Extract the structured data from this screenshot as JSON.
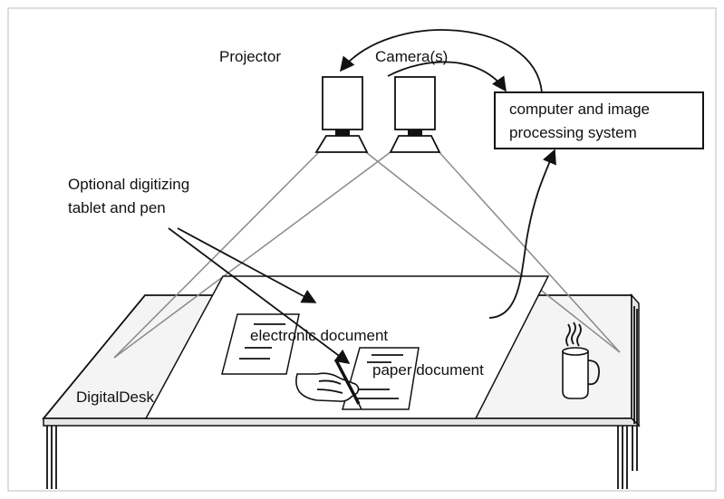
{
  "labels": {
    "projector": "Projector",
    "cameras": "Camera(s)",
    "computer_line1": "computer and image",
    "computer_line2": "processing system",
    "tablet_line1": "Optional digitizing",
    "tablet_line2": "tablet and pen",
    "electronic_doc": "electronic document",
    "paper_doc": "paper document",
    "desk": "DigitalDesk"
  },
  "colors": {
    "ink": "#111111",
    "rays": "#8a8a8a",
    "desk_surface": "#f4f4f4",
    "background": "#ffffff"
  },
  "icons": [
    "projector-icon",
    "camera-icon",
    "hand-with-pen-icon",
    "coffee-mug-icon"
  ]
}
